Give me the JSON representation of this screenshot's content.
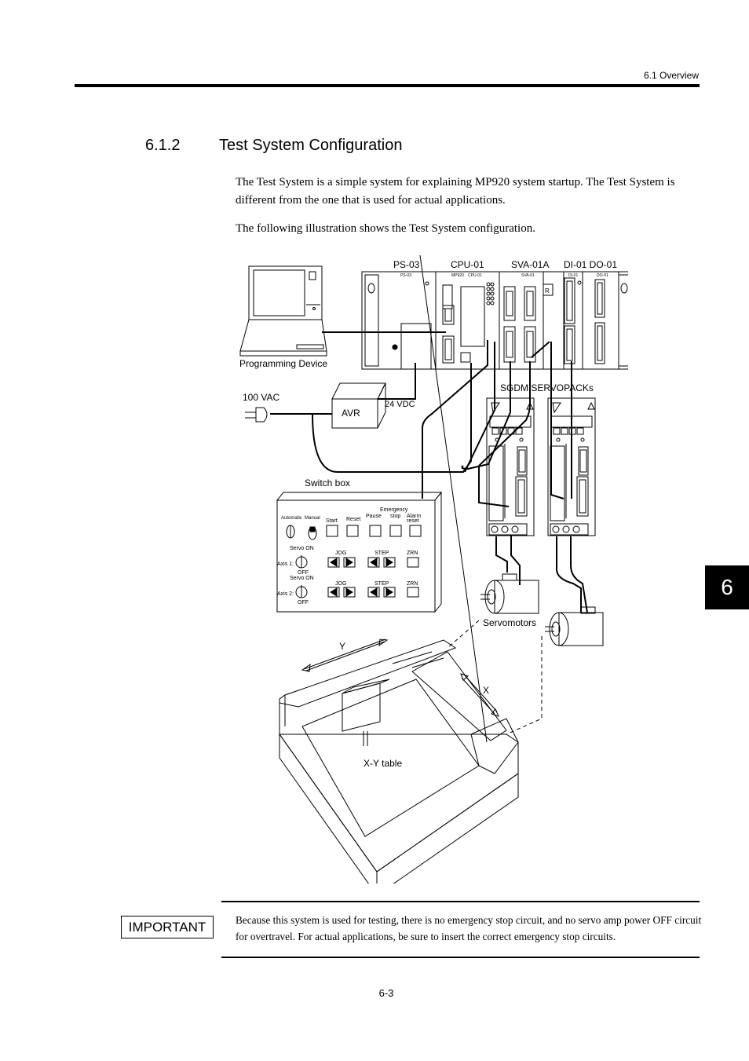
{
  "header": {
    "section": "6.1  Overview"
  },
  "section": {
    "number": "6.1.2",
    "title": "Test System Configuration"
  },
  "paragraphs": [
    "The Test System is a simple system for explaining MP920 system startup. The Test System is different from the one that is used for actual applications.",
    "The following illustration shows the Test System configuration."
  ],
  "figure": {
    "modules": [
      "PS-03",
      "CPU-01",
      "SVA-01A",
      "DI-01 DO-01"
    ],
    "module_small": [
      "PS-03",
      "MP920",
      "CPU-01",
      "SVA-01",
      "DI-01",
      "DO-01"
    ],
    "programming_device": "Programming Device",
    "power_label": "100 VAC",
    "avr_label": "AVR",
    "dc_label": "24 VDC",
    "servopacks_label": "SGDM SERVOPACKs",
    "switch_box": {
      "title": "Switch box",
      "automatic": "Automatic",
      "manual": "Manual",
      "start": "Start",
      "reset": "Reset",
      "pause": "Pause",
      "emergency_1": "Emergency",
      "emergency_2": "stop",
      "alarm_1": "Alarm",
      "alarm_2": "reset",
      "servo_on": "Servo ON",
      "off": "OFF",
      "axis1": "Axis 1:",
      "axis2": "Axis 2:",
      "jog": "JOG",
      "step": "STEP",
      "zrn": "ZRN"
    },
    "servomotors_label": "Servomotors",
    "xy_table_label": "X-Y table",
    "axis_x": "X",
    "axis_y": "Y"
  },
  "important": {
    "label": "IMPORTANT",
    "text": "Because this system is used for testing, there is no emergency stop circuit, and no servo amp power OFF circuit for overtravel. For actual applications, be sure to insert the correct emergency stop circuits."
  },
  "page_number": "6-3",
  "chapter_tab": "6"
}
